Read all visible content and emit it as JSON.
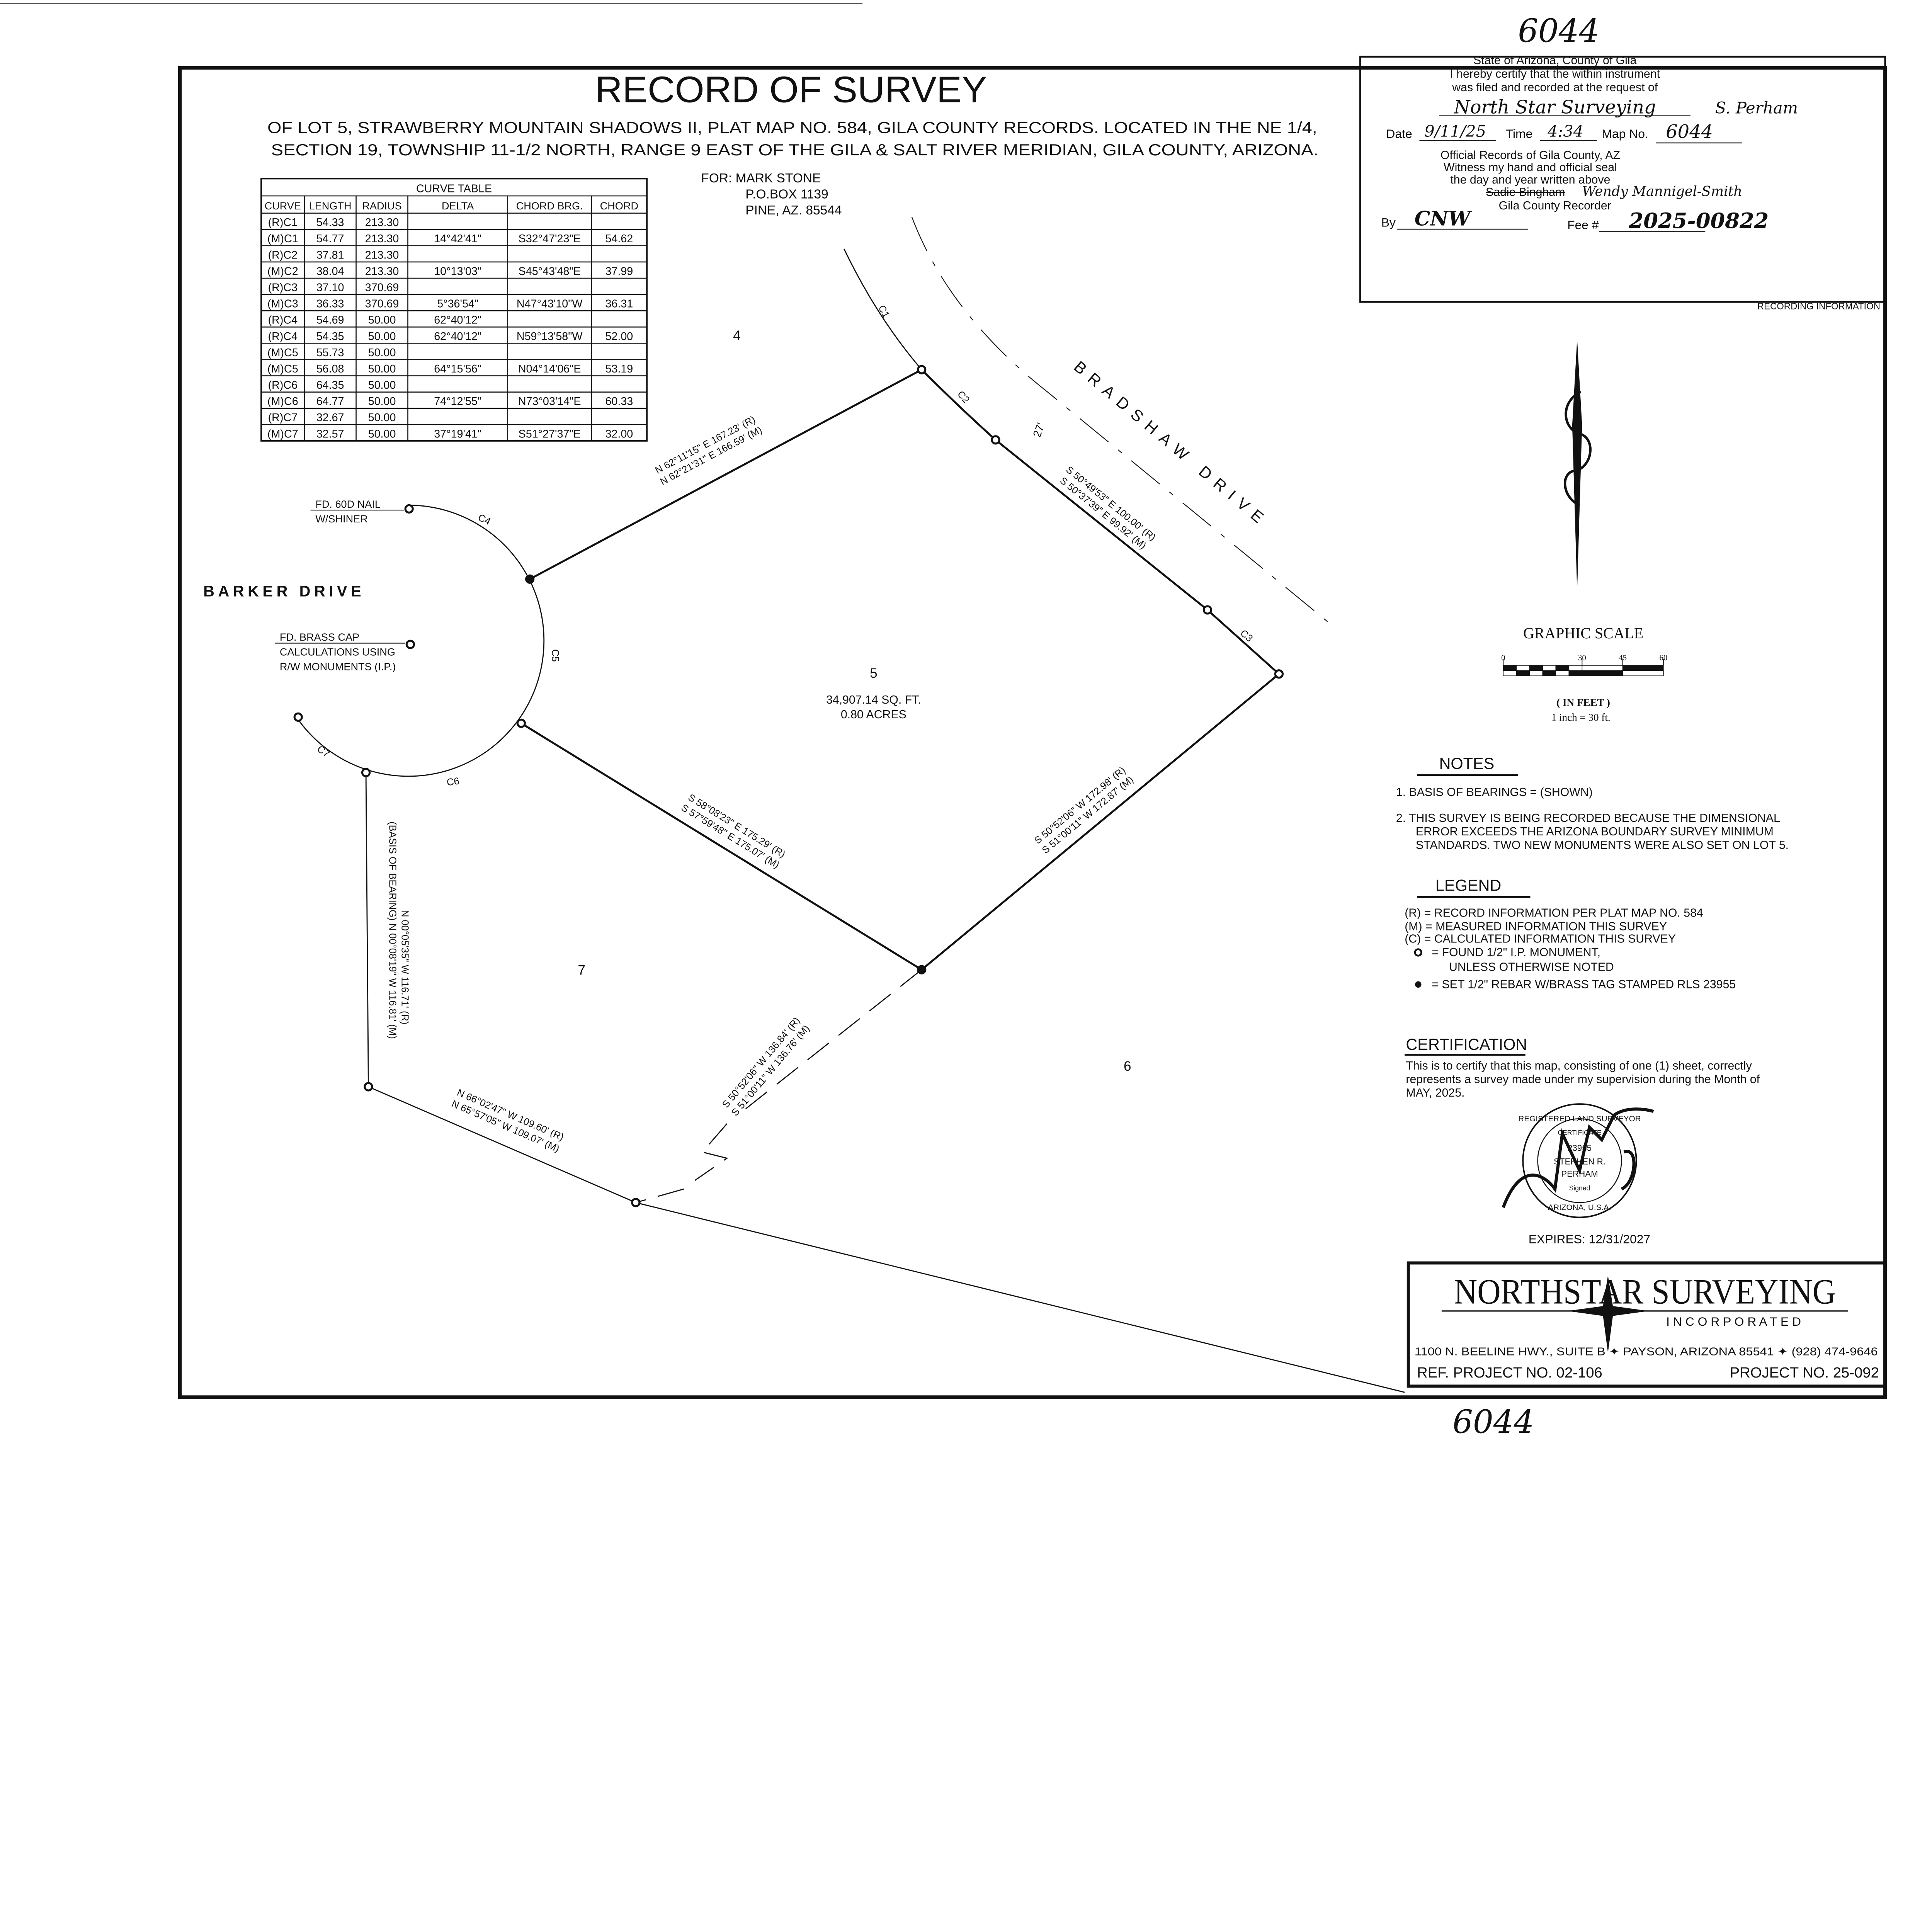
{
  "handwritten_map_no_top": "6044",
  "handwritten_map_no_bottom": "6044",
  "title": "RECORD OF SURVEY",
  "subtitle": [
    "OF LOT 5, STRAWBERRY MOUNTAIN SHADOWS II, PLAT MAP NO. 584, GILA COUNTY RECORDS. LOCATED IN THE NE 1/4,",
    "SECTION 19, TOWNSHIP 11-1/2 NORTH, RANGE 9 EAST OF THE GILA & SALT RIVER MERIDIAN, GILA COUNTY, ARIZONA."
  ],
  "client": [
    "FOR:  MARK STONE",
    "P.O.BOX 1139",
    "PINE, AZ. 85544"
  ],
  "recording": {
    "lines": [
      "State of Arizona, County of Gila",
      "I hereby certify that the within instrument",
      "was filed and recorded at the request of"
    ],
    "requester": "North Star Surveying",
    "requester_sig": "S. Perham",
    "date_label": "Date",
    "date": "9/11/25",
    "time_label": "Time",
    "time": "4:34",
    "map_label": "Map No.",
    "map_no": "6044",
    "official": [
      "Official Records of Gila County, AZ",
      "Witness my hand and official seal",
      "the day and year written above"
    ],
    "struck_name": "Sadie Bingham",
    "recorder_sig": "Wendy Mannigel-Smith",
    "recorder_title": "Gila County Recorder",
    "by_label": "By",
    "by": "CNW",
    "fee_label": "Fee #",
    "fee": "2025-00822",
    "caption": "RECORDING INFORMATION"
  },
  "curve_table": {
    "title": "CURVE TABLE",
    "headers": [
      "CURVE",
      "LENGTH",
      "RADIUS",
      "DELTA",
      "CHORD BRG.",
      "CHORD"
    ],
    "rows": [
      [
        "(R)C1",
        "54.33",
        "213.30",
        "",
        "",
        ""
      ],
      [
        "(M)C1",
        "54.77",
        "213.30",
        "14°42'41\"",
        "S32°47'23\"E",
        "54.62"
      ],
      [
        "(R)C2",
        "37.81",
        "213.30",
        "",
        "",
        ""
      ],
      [
        "(M)C2",
        "38.04",
        "213.30",
        "10°13'03\"",
        "S45°43'48\"E",
        "37.99"
      ],
      [
        "(R)C3",
        "37.10",
        "370.69",
        "",
        "",
        ""
      ],
      [
        "(M)C3",
        "36.33",
        "370.69",
        "5°36'54\"",
        "N47°43'10\"W",
        "36.31"
      ],
      [
        "(R)C4",
        "54.69",
        "50.00",
        "62°40'12\"",
        "",
        ""
      ],
      [
        "(R)C4",
        "54.35",
        "50.00",
        "62°40'12\"",
        "N59°13'58\"W",
        "52.00"
      ],
      [
        "(M)C5",
        "55.73",
        "50.00",
        "",
        "",
        ""
      ],
      [
        "(M)C5",
        "56.08",
        "50.00",
        "64°15'56\"",
        "N04°14'06\"E",
        "53.19"
      ],
      [
        "(R)C6",
        "64.35",
        "50.00",
        "",
        "",
        ""
      ],
      [
        "(M)C6",
        "64.77",
        "50.00",
        "74°12'55\"",
        "N73°03'14\"E",
        "60.33"
      ],
      [
        "(R)C7",
        "32.67",
        "50.00",
        "",
        "",
        ""
      ],
      [
        "(M)C7",
        "32.57",
        "50.00",
        "37°19'41\"",
        "S51°27'37\"E",
        "32.00"
      ]
    ]
  },
  "plan": {
    "lots": {
      "lot4": "4",
      "lot5": "5",
      "lot5_area_sqft": "34,907.14 SQ. FT.",
      "lot5_area_acres": "0.80 ACRES",
      "lot6": "6",
      "lot7": "7"
    },
    "streets": {
      "barker": "BARKER DRIVE",
      "bradshaw": "BRADSHAW DRIVE"
    },
    "row_width": "27'",
    "curves": [
      "C1",
      "C2",
      "C3",
      "C4",
      "C5",
      "C6",
      "C7"
    ],
    "callouts": {
      "nail": [
        "FD. 60D NAIL",
        "W/SHINER"
      ],
      "brass": [
        "FD. BRASS CAP",
        "CALCULATIONS USING",
        "R/W MONUMENTS (I.P.)"
      ]
    },
    "bearings": {
      "nw_r": "N 62°11'15\" E 167.23' (R)",
      "nw_m": "N 62°21'31\" E 166.59' (M)",
      "ne_r": "S 50°49'53\" E 100.00' (R)",
      "ne_m": "S 50°37'39\" E 99.92' (M)",
      "s_r": "S 58°08'23\" E 175.29' (R)",
      "s_m": "S 57°59'48\" E 175.07' (M)",
      "se_r": "S 50°52'06\" W 172.98' (R)",
      "se_m": "S 51°00'11\" W 172.87' (M)",
      "w_r": "N 00°05'35\" W 116.71' (R)",
      "w_m": "(BASIS OF BEARING) N 00°08'19\" W 116.81' (M)",
      "sw_r": "N 66°02'47\" W 109.60' (R)",
      "sw_m": "N 65°57'05\" W 109.07' (M)",
      "ext_r": "S 50°52'06\" W 136.84' (R)",
      "ext_m": "S 51°00'11\" W 136.76' (M)"
    }
  },
  "graphic_scale": {
    "title": "GRAPHIC SCALE",
    "ticks": [
      "0",
      "30",
      "45",
      "60"
    ],
    "units": "( IN FEET )",
    "ratio": "1 inch =  30   ft."
  },
  "notes": {
    "title": "NOTES",
    "items": [
      "1. BASIS OF BEARINGS = (SHOWN)",
      "2. THIS SURVEY IS BEING RECORDED BECAUSE THE DIMENSIONAL",
      "ERROR EXCEEDS THE ARIZONA BOUNDARY SURVEY MINIMUM",
      "STANDARDS. TWO NEW MONUMENTS WERE ALSO SET ON LOT 5."
    ]
  },
  "legend": {
    "title": "LEGEND",
    "items": [
      "(R) = RECORD INFORMATION PER PLAT MAP NO. 584",
      "(M) = MEASURED INFORMATION THIS SURVEY",
      "(C) = CALCULATED INFORMATION THIS SURVEY",
      "= FOUND 1/2\" I.P.  MONUMENT,",
      "UNLESS OTHERWISE NOTED",
      "= SET 1/2\" REBAR W/BRASS TAG STAMPED RLS 23955"
    ]
  },
  "certification": {
    "title": "CERTIFICATION",
    "lines": [
      "This is to certify that this map, consisting of one (1) sheet, correctly",
      "represents a survey made under my supervision during the Month of",
      "MAY, 2025."
    ],
    "seal_text": [
      "REGISTERED LAND SURVEYOR",
      "CERTIFICATE",
      "23955",
      "STEPHEN R.",
      "PERHAM",
      "Signed",
      "ARIZONA, U.S.A."
    ],
    "expires": "EXPIRES: 12/31/2027"
  },
  "title_block": {
    "company": "NORTHSTAR SURVEYING",
    "incorporated": "I N C O R P O R A T E D",
    "address": "1100 N. BEELINE HWY., SUITE B ✦ PAYSON, ARIZONA 85541 ✦ (928) 474-9646",
    "ref_project": "REF. PROJECT NO. 02-106",
    "project": "PROJECT NO. 25-092"
  }
}
